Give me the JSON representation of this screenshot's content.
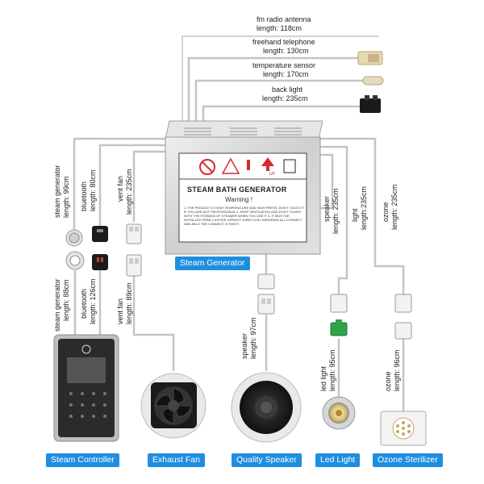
{
  "cables_top": [
    {
      "name": "fm radio antenna",
      "length": "length: 118cm"
    },
    {
      "name": "freehand telephone",
      "length": "length: 130cm"
    },
    {
      "name": "temperature sensor",
      "length": "length: 170cm"
    },
    {
      "name": "back light",
      "length": "length: 235cm"
    }
  ],
  "generator": {
    "title": "STEAM BATH GENERATOR",
    "warning": "Warning !",
    "notes": "1. THE PRODUCT IS HIGH TEMPERATURE AND HIGH PRESS, DON'T TOUCH IT IF YOU ARE NOT PROFESSIONAL  2. KEEP VENTILATION AND DON'T COVER WITH THE STOMATA OF STEAMER WHEN YOU USE IT  3. IT MUST BE INSTALLED FIRMLY AS PER UPRIGHT DIRECTION, ENSURING ALL CONNECT AND ABLO THE CONNECT IS RIGHT.",
    "up_label": "UP",
    "badge": "Steam Generator"
  },
  "side_labels": {
    "sg_upper": {
      "name": "steam generator",
      "length": "length: 99cm"
    },
    "bt_upper": {
      "name": "bluetooth",
      "length": "length: 80cm"
    },
    "vent_upper": {
      "name": "vent fan",
      "length": "length: 235cm"
    },
    "sg_lower": {
      "name": "steam generator",
      "length": "length: 88cm"
    },
    "bt_lower": {
      "name": "bluetooth",
      "length": "length: 126cm"
    },
    "vent_lower": {
      "name": "vent fan",
      "length": "length: 89cm"
    },
    "speaker_upper": {
      "name": "speaker",
      "length": "length: 235cm"
    },
    "light_upper": {
      "name": "light",
      "length": "length:235cm"
    },
    "ozone_upper": {
      "name": "ozone",
      "length": "length: 235cm"
    },
    "speaker_lower": {
      "name": "speaker",
      "length": "length: 97cm"
    },
    "led_lower": {
      "name": "led light",
      "length": "length: 95cm"
    },
    "ozone_lower": {
      "name": "ozone",
      "length": "length: 96cm"
    }
  },
  "products": [
    {
      "label": "Steam Controller"
    },
    {
      "label": "Exhaust Fan"
    },
    {
      "label": "Quality Speaker"
    },
    {
      "label": "Led Light"
    },
    {
      "label": "Ozone Sterilizer"
    }
  ],
  "colors": {
    "badge": "#1f8ee0",
    "cable": "#c4c4c4",
    "box": "#d9d9d9"
  }
}
